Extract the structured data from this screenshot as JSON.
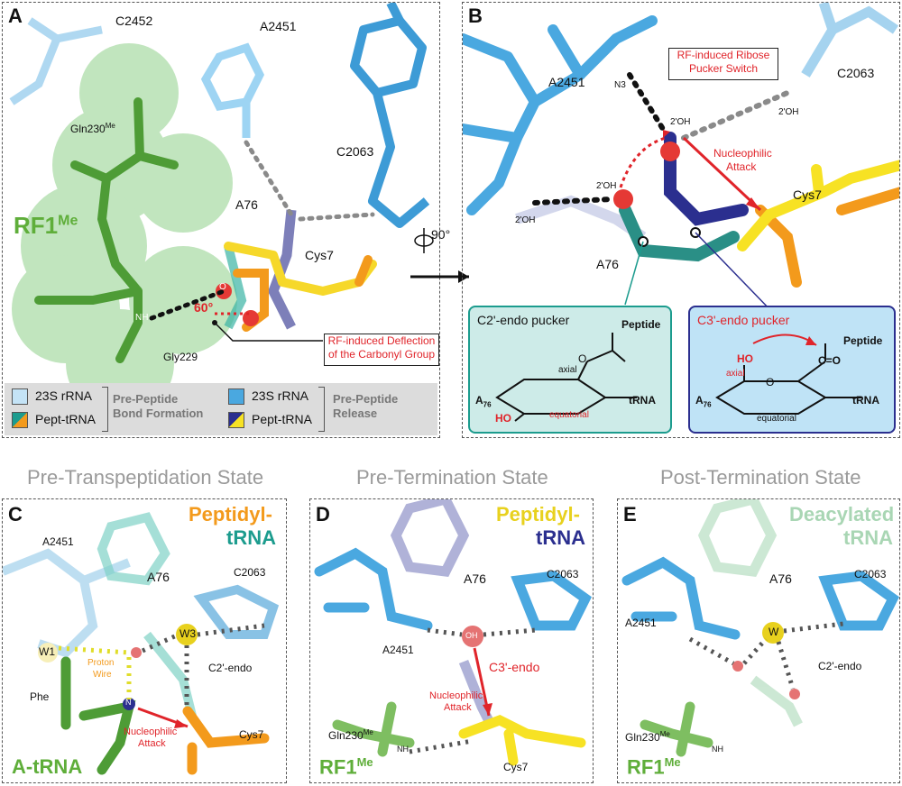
{
  "panels": {
    "A": {
      "letter": "A",
      "labels": {
        "c2452": "C2452",
        "a2451": "A2451",
        "gln": "Gln230",
        "gln_sup": "Me",
        "c2063": "C2063",
        "a76": "A76",
        "cys7": "Cys7",
        "rf1": "RF1",
        "rf1_sup": "Me",
        "nh": "NH",
        "o": "O",
        "gly229": "Gly229",
        "angle": "60°"
      },
      "callout": {
        "line1": "RF-induced Deflection",
        "line2": "of the Carbonyl Group"
      }
    },
    "B": {
      "letter": "B",
      "labels": {
        "a2451": "A2451",
        "n3": "N3",
        "c2063": "C2063",
        "oh1": "2'OH",
        "oh2": "2'OH",
        "oh3": "2'OH",
        "oh4": "2'OH",
        "a76": "A76",
        "cys7": "Cys7",
        "nucleophilic": "Nucleophilic",
        "attack": "Attack"
      },
      "callout": {
        "line1": "RF-induced Ribose",
        "line2": "Pucker Switch"
      },
      "c2_box": {
        "title": "C2'-endo pucker",
        "peptide": "Peptide",
        "axial": "axial",
        "equatorial": "equatorial",
        "ho": "HO",
        "a76": "A",
        "a76_sub": "76",
        "trna": "tRNA",
        "o": "O"
      },
      "c3_box": {
        "title": "C3'-endo pucker",
        "peptide": "Peptide",
        "axial": "axial",
        "equatorial": "equatorial",
        "ho": "HO",
        "a76": "A",
        "a76_sub": "76",
        "trna": "tRNA",
        "o": "O",
        "co": "C=O"
      }
    },
    "rotation": "90°",
    "legend": {
      "left_items": [
        "23S rRNA",
        "Pept-tRNA"
      ],
      "left_group": [
        "Pre-Peptide",
        "Bond Formation"
      ],
      "right_items": [
        "23S rRNA",
        "Pept-tRNA"
      ],
      "right_group": [
        "Pre-Peptide",
        "Release"
      ]
    },
    "states": [
      "Pre-Transpeptidation State",
      "Pre-Termination State",
      "Post-Termination State"
    ],
    "C": {
      "letter": "C",
      "title1": "Peptidyl-",
      "title2": "tRNA",
      "labels": {
        "a2451": "A2451",
        "a76": "A76",
        "c2063": "C2063",
        "w1": "W1",
        "w3": "W3",
        "proton": "Proton",
        "wire": "Wire",
        "c2endo": "C2'-endo",
        "phe": "Phe",
        "n": "N",
        "nucleophilic": "Nucleophilic",
        "attack": "Attack",
        "cys7": "Cys7",
        "atrna": "A-tRNA"
      }
    },
    "D": {
      "letter": "D",
      "title1": "Peptidyl-",
      "title2": "tRNA",
      "labels": {
        "a76": "A76",
        "c2063": "C2063",
        "a2451": "A2451",
        "oh": "OH",
        "c3endo": "C3'-endo",
        "nucleophilic": "Nucleophilic",
        "attack": "Attack",
        "gln": "Gln230",
        "gln_sup": "Me",
        "nh": "NH",
        "cys7": "Cys7",
        "rf1": "RF1",
        "rf1_sup": "Me"
      }
    },
    "E": {
      "letter": "E",
      "title1": "Deacylated",
      "title2": "tRNA",
      "labels": {
        "a76": "A76",
        "c2063": "C2063",
        "a2451": "A2451",
        "w": "W",
        "c2endo": "C2'-endo",
        "gln": "Gln230",
        "gln_sup": "Me",
        "nh": "NH",
        "rf1": "RF1",
        "rf1_sup": "Me"
      }
    }
  },
  "colors": {
    "rrna_light": "#b9ddf3",
    "rrna_blue": "#4aa8e0",
    "trna_teal": "#1c9c8e",
    "pept_orange": "#f39a1c",
    "pept_yellow": "#f7e224",
    "trna_navy": "#2b2f8f",
    "rf_green": "#5fae3a",
    "red": "#e0242a"
  }
}
